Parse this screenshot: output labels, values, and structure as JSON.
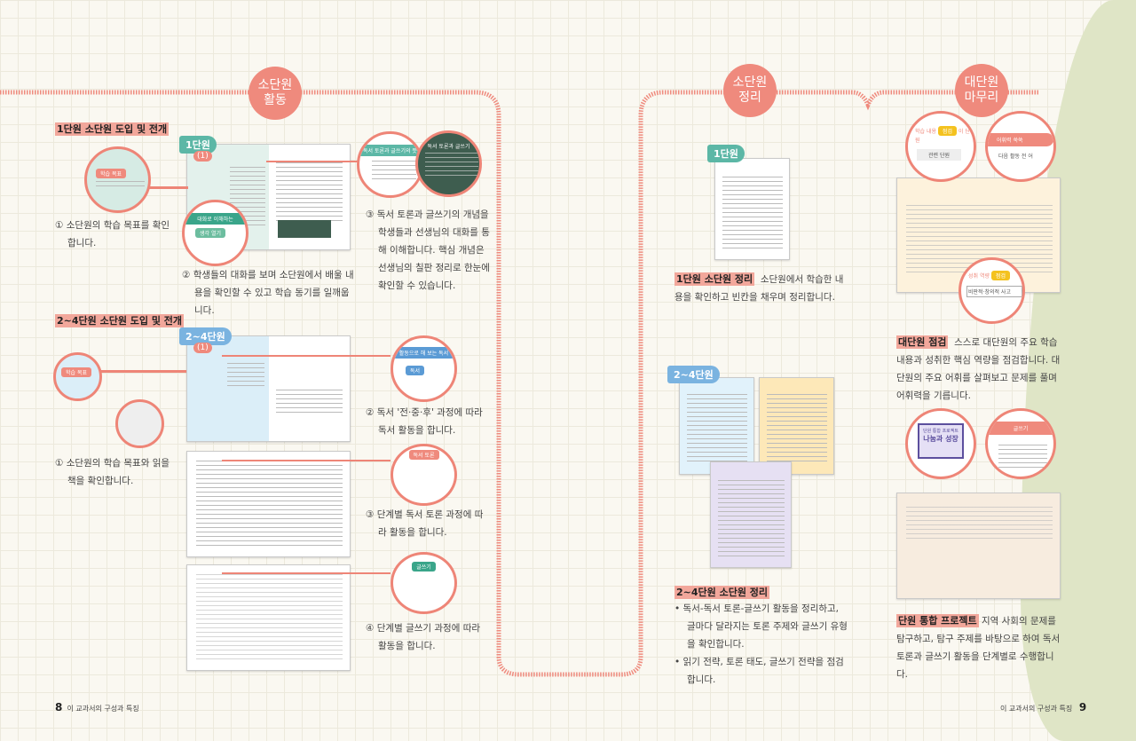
{
  "tags": {
    "activity": "소단원\n활동",
    "summary": "소단원\n정리",
    "unit_end": "대단원\n마무리"
  },
  "left": {
    "sec1": {
      "title": "1단원 소단원 도입 및 전개",
      "badge": "1단원",
      "num": "(1)",
      "items": [
        "① 소단원의 학습 목표를 확인합니다.",
        "② 학생들의 대화를 보며 소단원에서 배울 내용을 확인할 수 있고 학습 동기를 일깨웁니다.",
        "③ 독서 토론과 글쓰기의 개념을 학생들과 선생님의 대화를 통해 이해합니다. 핵심 개념은 선생님의 칠판 정리로 한눈에 확인할 수 있습니다."
      ],
      "callouts": {
        "goal": "학습 목표",
        "dialogue": "대화로 이해하는",
        "open": "생각 열기",
        "concept": "독서 토론과 글쓰기의 뜻",
        "board": "독서 토론과 글쓰기"
      }
    },
    "sec2": {
      "title": "2~4단원 소단원 도입 및 전개",
      "badge": "2~4단원",
      "num": "(1)",
      "items": [
        "① 소단원의 학습 목표와 읽을 책을 확인합니다.",
        "② 독서 '전·중·후' 과정에 따라 독서 활동을 합니다.",
        "③ 단계별 독서 토론 과정에 따라 활동을 합니다.",
        "④ 단계별 글쓰기 과정에 따라 활동을 합니다."
      ],
      "callouts": {
        "goal": "학습 목표",
        "activity": "활동으로 해 보는 독서",
        "reading": "독서",
        "debate": "독서 토론",
        "writing": "글쓰기"
      }
    },
    "footer": {
      "page": "8",
      "text": "이 교과서의 구성과 특징"
    }
  },
  "right": {
    "sec1": {
      "badge": "1단원",
      "title": "1단원 소단원 정리",
      "text": "소단원에서 학습한 내용을 확인하고 빈칸을 채우며 정리합니다."
    },
    "sec2": {
      "badge": "2~4단원",
      "title": "2~4단원 소단원 정리",
      "bullets": [
        "• 독서-독서 토론-글쓰기 활동을 정리하고, 글마다 달라지는 토론 주제와 글쓰기 유형을 확인합니다.",
        "• 읽기 전략, 토론 태도, 글쓰기 전략을 점검합니다."
      ]
    },
    "check": {
      "title": "대단원 점검",
      "text": "스스로 대단원의 주요 학습 내용과 성취한 핵심 역량을 점검합니다. 대단원의 주요 어휘를 살펴보고 문제를 풀며 어휘력을 기릅니다.",
      "callouts": {
        "content": "학습 내용",
        "check": "점검",
        "unit": "이 단원",
        "related": "관련 단원",
        "competency": "성취 역량",
        "opt1": "비판적·창의적 사고",
        "vocab": "어휘력 쑥쑥",
        "q1": "다음 활동 전 어"
      }
    },
    "project": {
      "title": "단원 통합 프로젝트",
      "text": "지역 사회의 문제를 탐구하고, 탐구 주제를 바탕으로 하여 독서 토론과 글쓰기 활동을 단계별로 수행합니다.",
      "sign_small": "단원 통합 프로젝트",
      "sign_big": "나눔과 성장",
      "writing": "글쓰기"
    },
    "footer": {
      "page": "9",
      "text": "이 교과서의 구성과 특징"
    }
  },
  "colors": {
    "accent": "#ef8a7d",
    "teal": "#3aa58a",
    "blue": "#6fa8dc",
    "green_bg": "#dfe5c6"
  }
}
